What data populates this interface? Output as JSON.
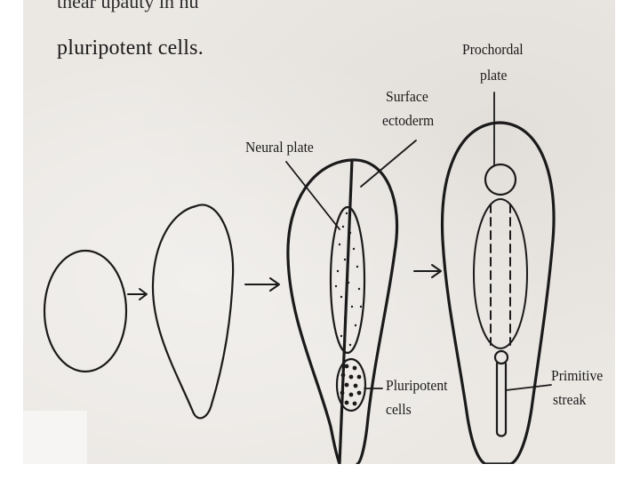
{
  "page": {
    "intro_fragment": "tnear upauty in nu",
    "heading": "pluripotent cells."
  },
  "labels": {
    "prochordal": "Prochordal",
    "prochordal_plate": "plate",
    "surface": "Surface",
    "ectoderm": "ectoderm",
    "neural_plate": "Neural plate",
    "pluripotent": "Pluripotent",
    "pluripotent_cells": "cells",
    "primitive": "Primitive",
    "streak": "streak"
  },
  "colors": {
    "ink": "#1a1a1a",
    "paper": "#ebe8e4"
  }
}
